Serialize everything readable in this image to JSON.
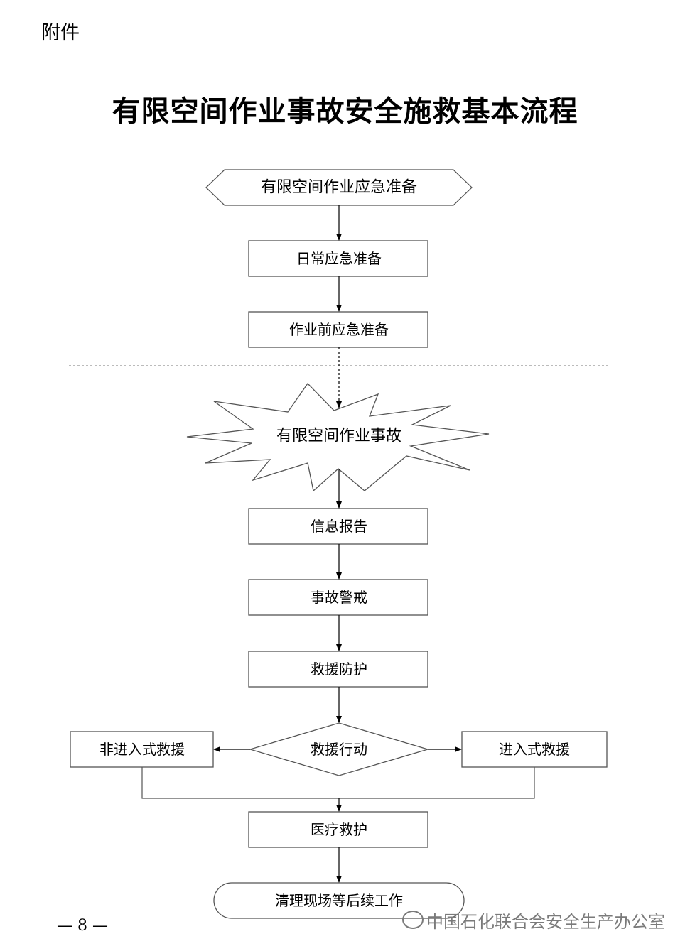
{
  "annex_label": "附件",
  "title": "有限空间作业事故安全施救基本流程",
  "flow": {
    "prep_header": "有限空间作业应急准备",
    "daily_prep": "日常应急准备",
    "pre_work_prep": "作业前应急准备",
    "accident": "有限空间作业事故",
    "info_report": "信息报告",
    "accident_alert": "事故警戒",
    "rescue_protection": "救援防护",
    "rescue_action": "救援行动",
    "non_entry_rescue": "非进入式救援",
    "entry_rescue": "进入式救援",
    "medical_rescue": "医疗救护",
    "cleanup": "清理现场等后续工作"
  },
  "footer": {
    "page_number": "— 8 —",
    "watermark": "中国石化联合会安全生产办公室"
  }
}
